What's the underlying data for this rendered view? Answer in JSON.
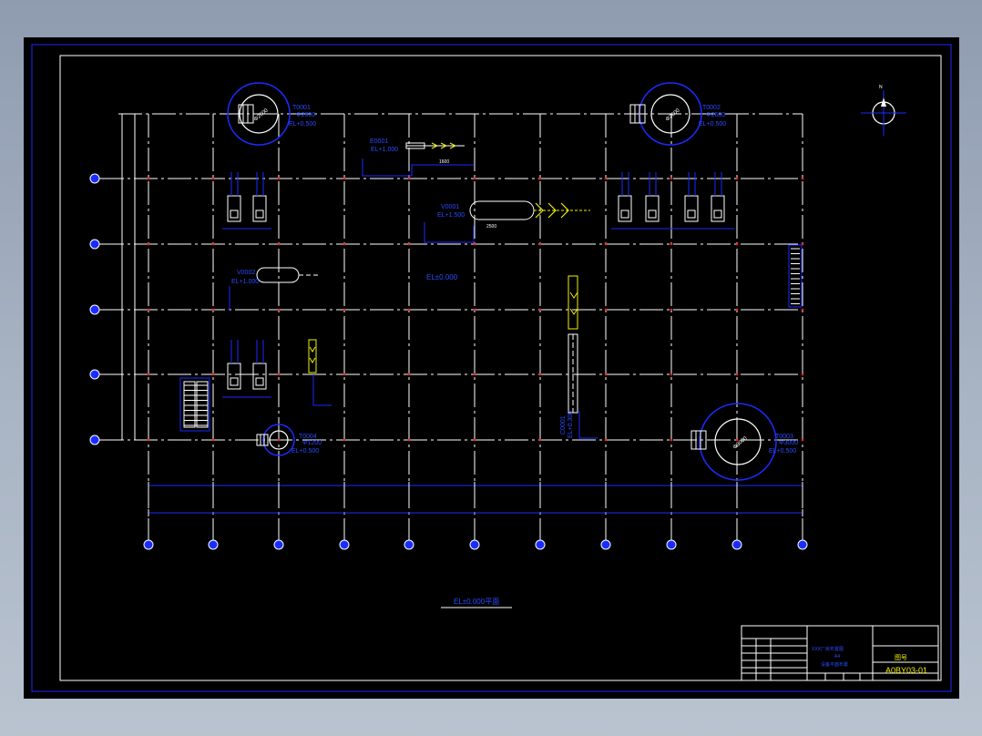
{
  "drawing": {
    "plan_title": "EL±0.000平面",
    "floor_elevation": "EL±0.000",
    "drawing_number": "A0BY03-01",
    "sheet_mark": "图号",
    "title_block": {
      "name_line1": "XXX厂房布置图",
      "name_line2": "A4",
      "name_line3": "设备平面布置"
    }
  },
  "column_grid": {
    "bubbles": 11,
    "row_bubbles": 5
  },
  "equipment": {
    "tank_top_left": {
      "tag": "T0001",
      "size": "Φ2600",
      "elevation": "EL+0.500"
    },
    "tank_top_right": {
      "tag": "T0002",
      "size": "Φ2600",
      "elevation": "EL+0.500"
    },
    "tank_bottom_right": {
      "tag": "T0003",
      "size": "Φ3000",
      "elevation": "EL+0.500"
    },
    "tank_bottom_small": {
      "tag": "T0004",
      "size": "Φ1200",
      "elevation": "EL+0.500"
    },
    "exchanger_top": {
      "tag": "E0001",
      "elevation": "EL+1.000"
    },
    "vessel_mid": {
      "tag": "V0001",
      "elevation": "EL+1.500"
    },
    "vessel_left": {
      "tag": "V0002",
      "elevation": "EL+1.000"
    },
    "column_vertical": {
      "tag": "C0001",
      "elevation": "EL+0.300"
    }
  },
  "colors": {
    "line_white": "#ffffff",
    "line_blue": "#1a2cff",
    "dim_blue": "#2b4bff",
    "axis_red": "#ff2020",
    "yellow": "#f2f20a",
    "frame": "#1a2cff"
  }
}
